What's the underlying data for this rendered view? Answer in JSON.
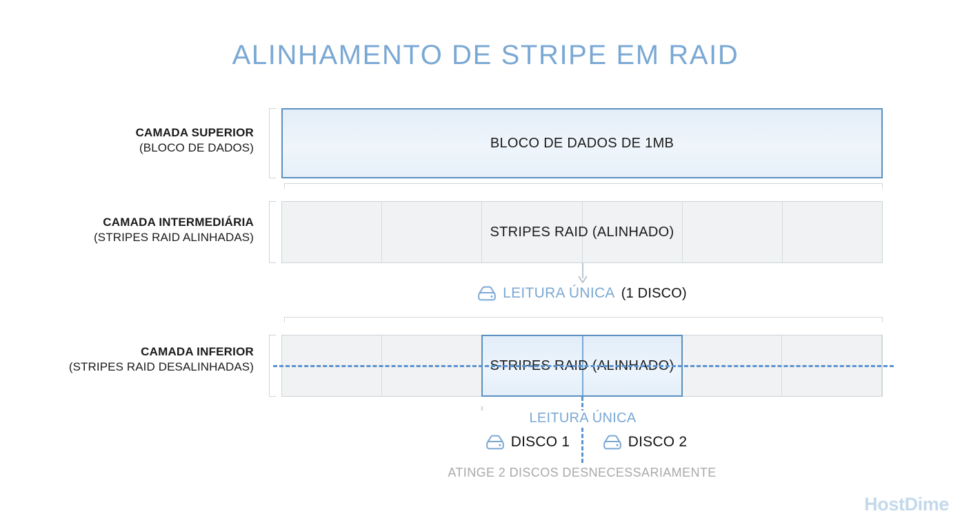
{
  "title": "ALINHAMENTO DE STRIPE EM RAID",
  "brand": "HostDime",
  "colors": {
    "accent_blue": "#7aa8d4",
    "border_blue": "#5a8fc0",
    "dashed_blue": "#5a93cf",
    "cell_gray": "#f0f2f3",
    "cell_border": "#d7dbde",
    "muted_gray": "#a9a9a9",
    "logo_blue": "#c4d9ec"
  },
  "layers": {
    "top": {
      "label_line1": "CAMADA SUPERIOR",
      "label_line2": "(BLOCO DE DADOS)",
      "block_text": "BLOCO DE DADOS DE 1MB"
    },
    "middle": {
      "label_line1": "CAMADA INTERMEDIÁRIA",
      "label_line2": "(STRIPES RAID ALINHADAS)",
      "row_text": "STRIPES RAID (ALINHADO)",
      "cell_count": 6
    },
    "bottom": {
      "label_line1": "CAMADA INFERIOR",
      "label_line2": "(STRIPES RAID DESALINHADAS)",
      "row_text": "STRIPES RAID (ALINHADO)",
      "cell_count": 6
    }
  },
  "middle_caption": {
    "icon": "disk-icon",
    "blue_text": "LEITURA ÚNICA",
    "black_text": "(1 DISCO)"
  },
  "bottom_caption": {
    "read_label": "LEITURA ÚNICA",
    "disks": [
      {
        "icon": "disk-icon",
        "label": "DISCO 1"
      },
      {
        "icon": "disk-icon",
        "label": "DISCO 2"
      }
    ],
    "footnote": "ATINGE 2 DISCOS DESNECESSARIAMENTE"
  }
}
